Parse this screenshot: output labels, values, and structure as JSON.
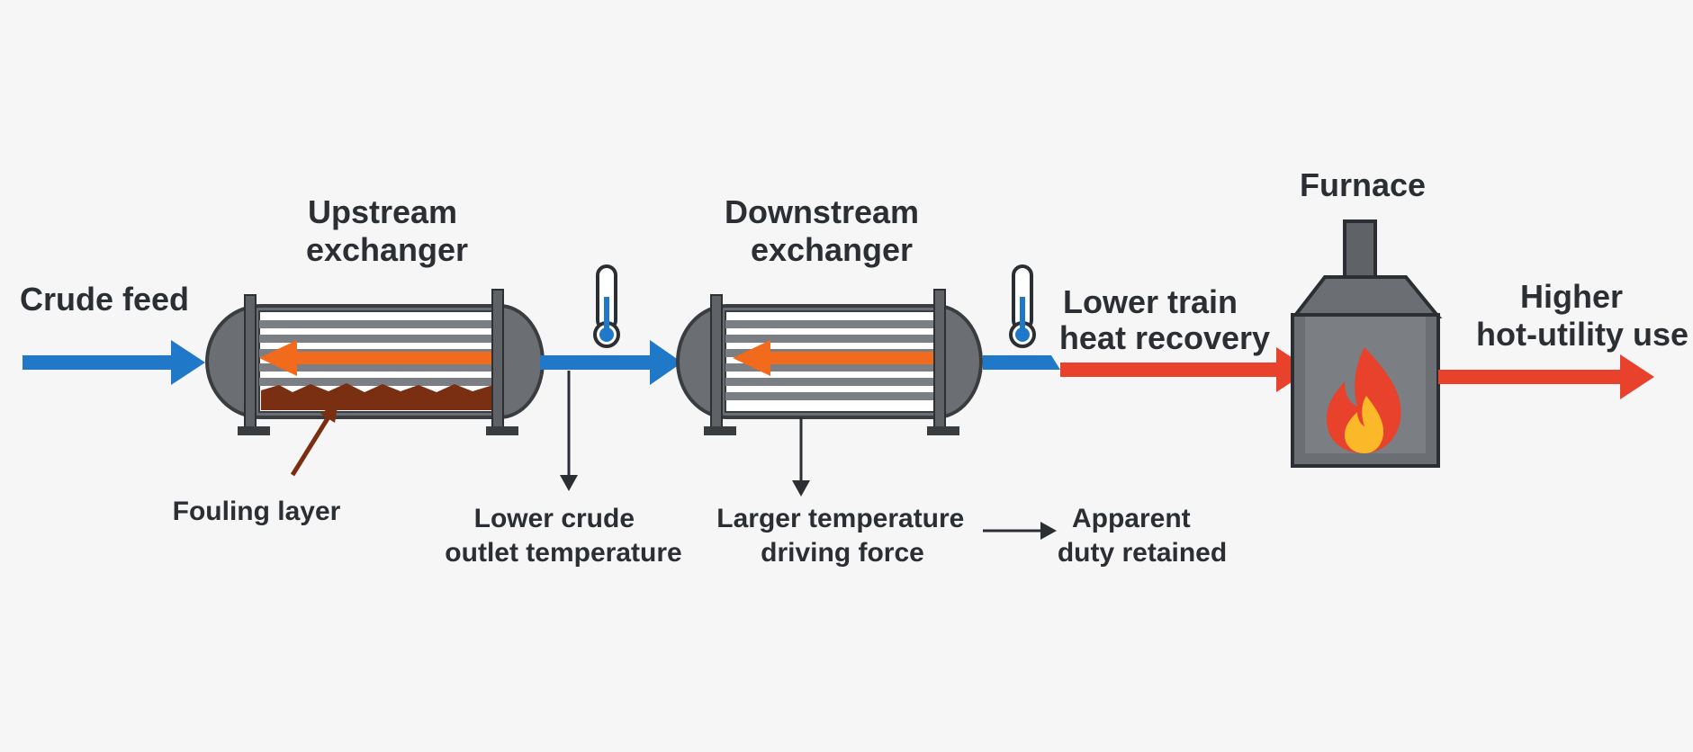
{
  "labels": {
    "crude_feed": "Crude feed",
    "upstream_exchanger": [
      "Upstream",
      "exchanger"
    ],
    "downstream_exchanger": [
      "Downstream",
      "exchanger"
    ],
    "furnace": "Furnace",
    "fouling_layer": "Fouling layer",
    "lower_crude_outlet": [
      "Lower crude",
      "outlet temperature"
    ],
    "larger_driving_force": [
      "Larger temperature",
      "driving force"
    ],
    "apparent_duty": [
      "Apparent",
      "duty retained"
    ],
    "lower_train_recovery": [
      "Lower train",
      "heat recovery"
    ],
    "higher_hot_utility": [
      "Higher",
      "hot-utility use"
    ]
  },
  "icons": {
    "thermometer_1": "thermometer-icon",
    "thermometer_2": "thermometer-icon",
    "flame": "flame-icon"
  },
  "colors": {
    "crude_stream": "#1f78c8",
    "hot_stream": "#f26a1b",
    "utility_stream": "#e8412c",
    "fouling": "#7a2e12",
    "exchanger_shell": "#5f6368",
    "text": "#2b2f33"
  }
}
